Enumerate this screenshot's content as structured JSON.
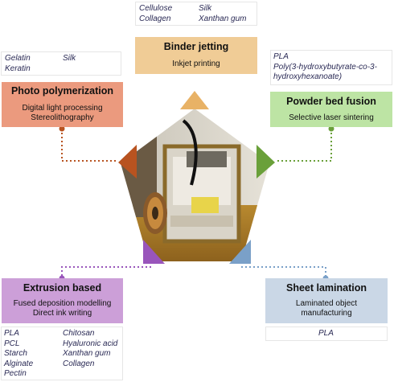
{
  "center": {
    "image": "3D printer photo"
  },
  "binder_jetting": {
    "title": "Binder jetting",
    "method": "Inkjet printing",
    "materials_left": [
      "Cellulose",
      "Collagen"
    ],
    "materials_right": [
      "Silk",
      "Xanthan gum"
    ],
    "color": "#f0cc96",
    "marker": "#e8b266"
  },
  "photo_polymerization": {
    "title": "Photo polymerization",
    "methods": [
      "Digital light processing",
      "Stereolithography"
    ],
    "materials_left": [
      "Gelatin",
      "Keratin"
    ],
    "materials_right": [
      "Silk"
    ],
    "color": "#eb9a7e",
    "marker": "#b85320"
  },
  "powder_bed_fusion": {
    "title": "Powder bed fusion",
    "method": "Selective laser sintering",
    "materials": [
      "PLA",
      "Poly(3-hydroxybutyrate-co-3-",
      "hydroxyhexanoate)"
    ],
    "color": "#bde4a4",
    "marker": "#6aa03a"
  },
  "extrusion_based": {
    "title": "Extrusion based",
    "methods": [
      "Fused deposition modelling",
      "Direct ink writing"
    ],
    "materials_left": [
      "PLA",
      "PCL",
      "Starch",
      "Alginate",
      "Pectin"
    ],
    "materials_right": [
      "Chitosan",
      "Hyaluronic acid",
      "Xanthan gum",
      "Collagen"
    ],
    "color": "#cc9fd8",
    "marker": "#9955bb"
  },
  "sheet_lamination": {
    "title": "Sheet lamination",
    "methods": [
      "Laminated object",
      "manufacturing"
    ],
    "materials": [
      "PLA"
    ],
    "color": "#cad7e6",
    "marker": "#7aa0c8"
  }
}
